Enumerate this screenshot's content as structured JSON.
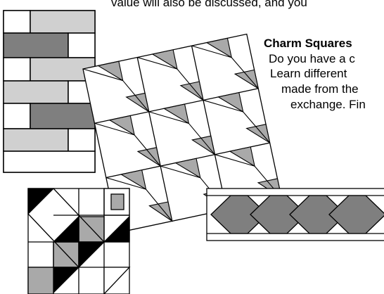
{
  "page": {
    "top_line": "value will also be discussed, and you",
    "section_heading": "Charm Squares",
    "lines": [
      "Do you have a c",
      "Learn different",
      "made from the",
      "exchange. Fin"
    ]
  },
  "quilts": [
    {
      "name": "brick-block",
      "colors": [
        "#ffffff",
        "#d0d0d0",
        "#7f7f7f"
      ]
    },
    {
      "name": "diagonal-lattice-block",
      "colors": [
        "#ffffff",
        "#a9a9a9"
      ]
    },
    {
      "name": "cross-block",
      "colors": [
        "#ffffff",
        "#000000",
        "#a9a9a9"
      ]
    },
    {
      "name": "zigzag-border",
      "colors": [
        "#ffffff",
        "#7f7f7f"
      ]
    }
  ]
}
